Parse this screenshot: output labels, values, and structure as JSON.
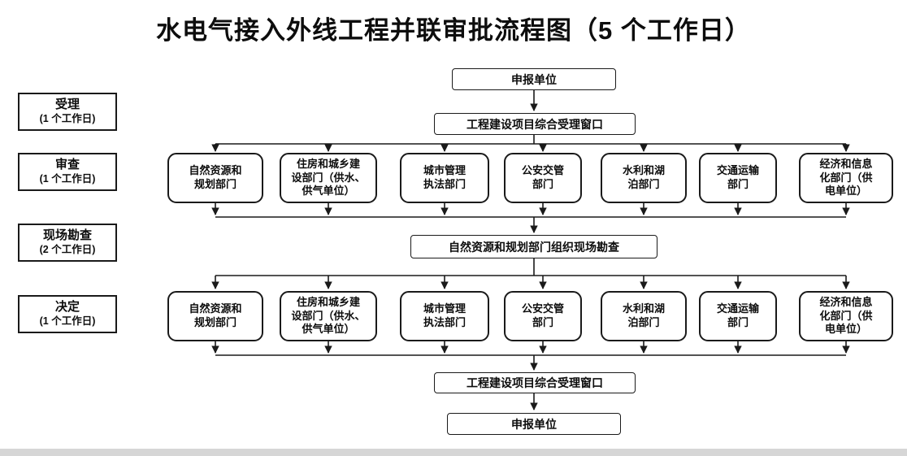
{
  "title": "水电气接入外线工程并联审批流程图（5 个工作日）",
  "stages": [
    {
      "name": "受理",
      "duration": "(1 个工作日)"
    },
    {
      "name": "审查",
      "duration": "(1 个工作日)"
    },
    {
      "name": "现场勘查",
      "duration": "(2 个工作日)"
    },
    {
      "name": "决定",
      "duration": "(1 个工作日)"
    }
  ],
  "nodes": {
    "applicant_top": "申报单位",
    "window_top": "工程建设项目综合受理窗口",
    "site_survey": "自然资源和规划部门组织现场勘查",
    "window_bottom": "工程建设项目综合受理窗口",
    "applicant_bottom": "申报单位"
  },
  "departments": [
    "自然资源和\n规划部门",
    "住房和城乡建\n设部门（供水、\n供气单位）",
    "城市管理\n执法部门",
    "公安交管\n部门",
    "水利和湖\n泊部门",
    "交通运输\n部门",
    "经济和信息\n化部门（供\n电单位）"
  ],
  "colors": {
    "line": "#1a1a1a",
    "border": "#1a1a1a",
    "background": "#ffffff",
    "text": "#0d0d0d",
    "page_edge": "#d6d6d6"
  }
}
